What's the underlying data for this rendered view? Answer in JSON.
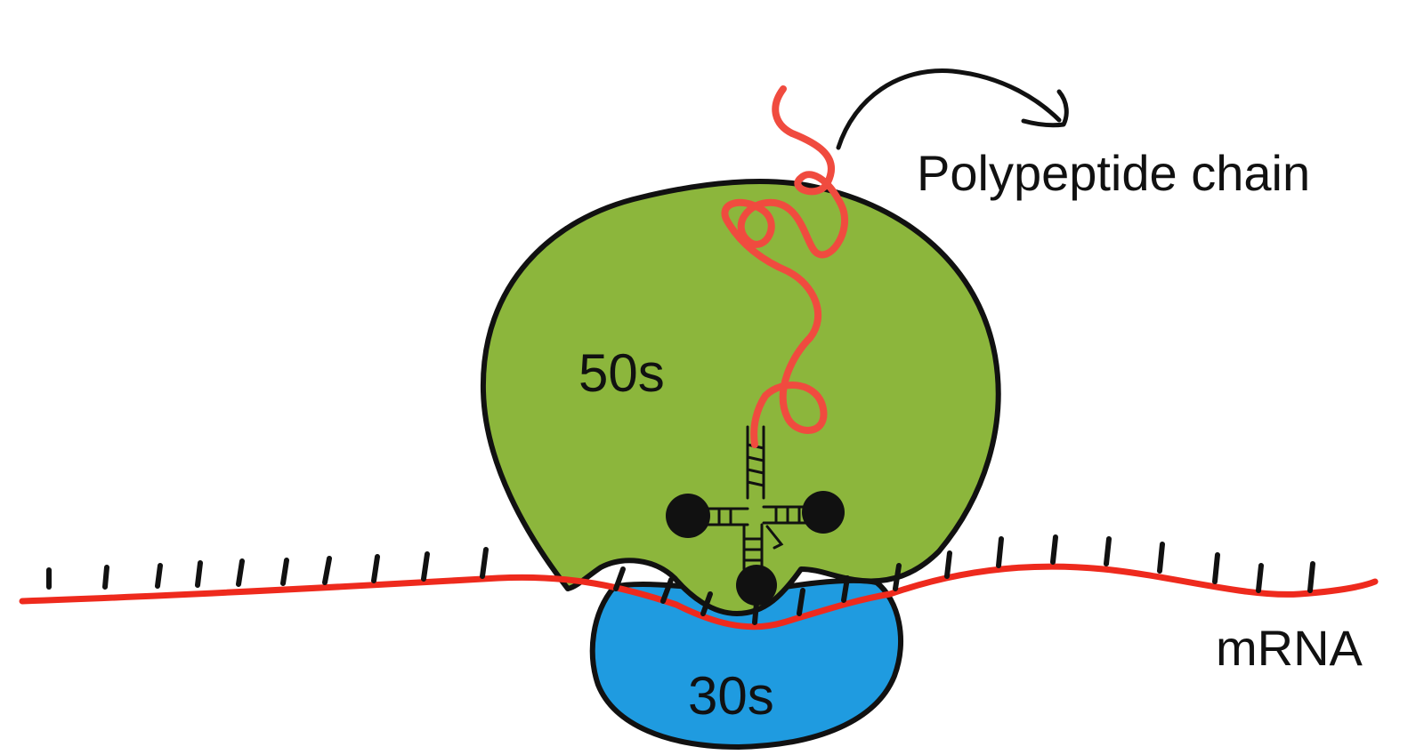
{
  "labels": {
    "large_subunit": "50s",
    "small_subunit": "30s",
    "polypeptide": "Polypeptide chain",
    "mrna": "mRNA"
  },
  "colors": {
    "large_subunit": "#8cb63c",
    "small_subunit": "#1f9be0",
    "mrna": "#ee2a1d",
    "polypeptide": "#f04b3f",
    "outline": "#111111",
    "trna_fill": "#8cb63c"
  }
}
